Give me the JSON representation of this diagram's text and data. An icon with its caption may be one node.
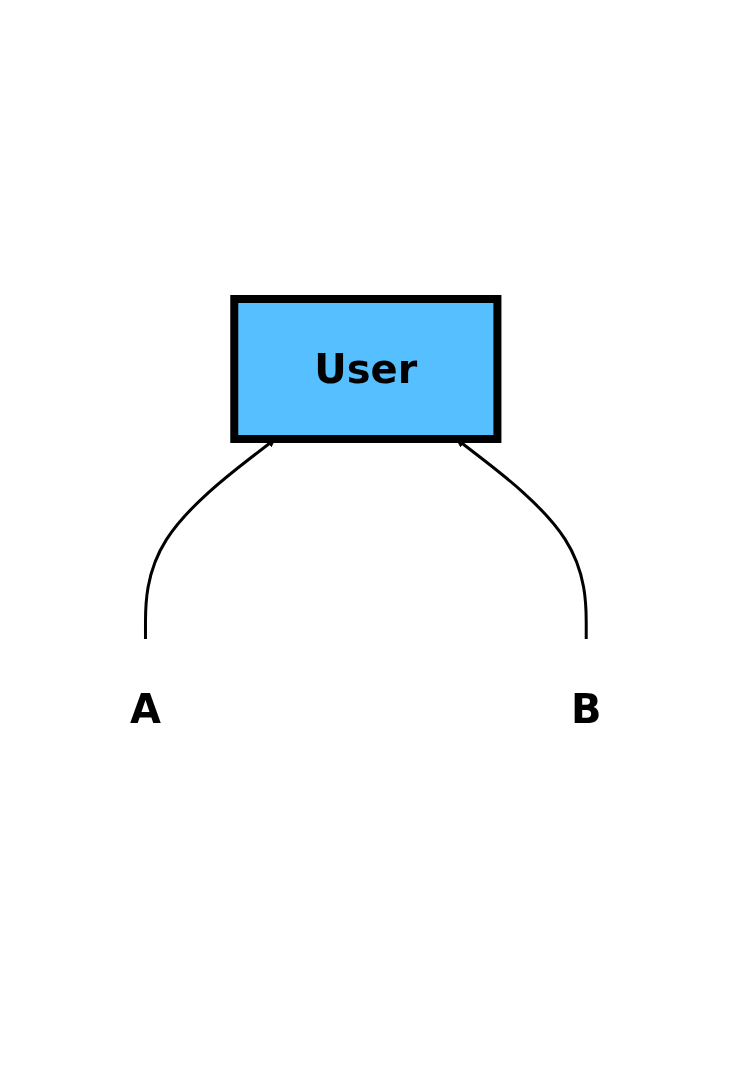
{
  "diagram": {
    "nodes": [
      {
        "text": [
          "User"
        ]
      },
      {
        "text": [
          "A"
        ]
      },
      {
        "text": [
          "B"
        ]
      }
    ],
    "edges": [
      {
        "from": 1,
        "to": 0,
        "arrow": "to"
      },
      {
        "from": 2,
        "to": 0,
        "arrow": "to"
      }
    ]
  }
}
